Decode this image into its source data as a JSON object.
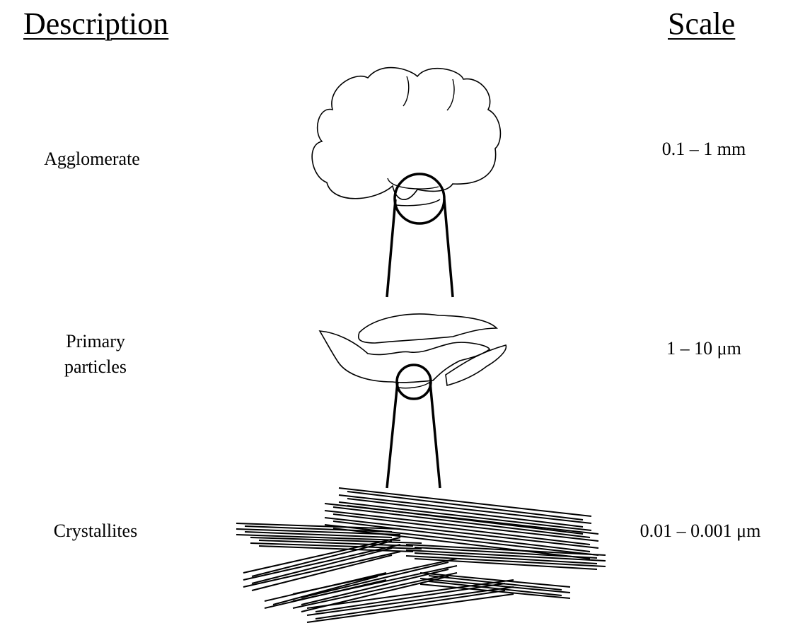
{
  "headings": {
    "description": "Description",
    "scale": "Scale"
  },
  "levels": [
    {
      "name": "Agglomerate",
      "scale": "0.1 – 1 mm"
    },
    {
      "name_line1": "Primary",
      "name_line2": "particles",
      "scale": "1 – 10 μm"
    },
    {
      "name": "Crystallites",
      "scale": "0.01 – 0.001 μm"
    }
  ]
}
